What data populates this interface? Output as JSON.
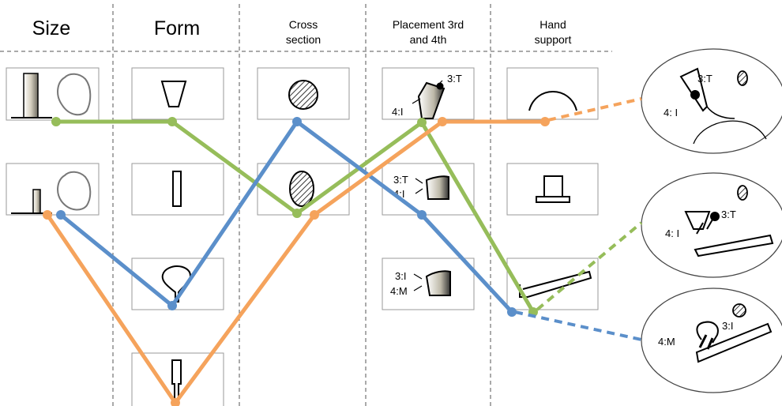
{
  "headers": {
    "size": "Size",
    "form": "Form",
    "cross_1": "Cross",
    "cross_2": "section",
    "placement_1": "Placement 3rd",
    "placement_2": "and 4th",
    "hand_1": "Hand",
    "hand_2": "support"
  },
  "placement_labels": {
    "row1_thumb": "3:T",
    "row1_index": "4:I",
    "row2_thumb": "3:T",
    "row2_index": "4:I",
    "row3_index": "3:I",
    "row3_middle": "4:M"
  },
  "ovals": {
    "top_thumb": "3:T",
    "top_index": "4: I",
    "mid_thumb": "3:T",
    "mid_index": "4: I",
    "bot_index": "3:I",
    "bot_middle": "4:M"
  },
  "colors": {
    "green": "#96bd5a",
    "blue": "#5b8fca",
    "orange": "#f5a35c"
  }
}
